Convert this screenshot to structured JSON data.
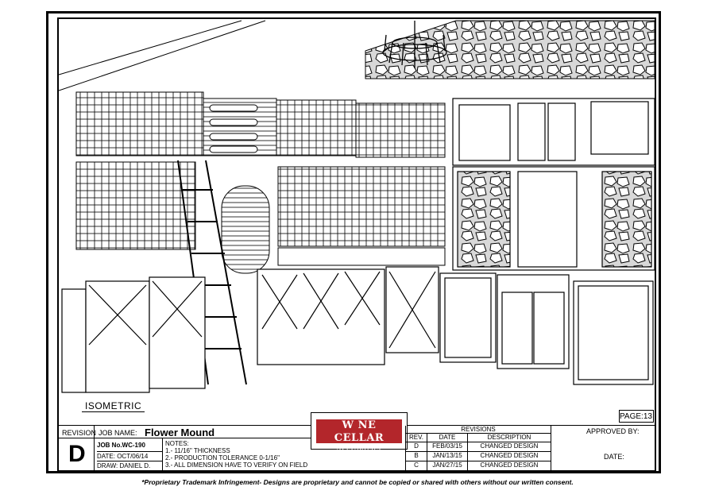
{
  "drawing": {
    "view_label": "ISOMETRIC",
    "page_label": "PAGE:13"
  },
  "title_block": {
    "revision_label": "REVISION",
    "revision_letter": "D",
    "job_name_label": "JOB NAME:",
    "job_name": "Flower Mound",
    "job_no": "JOB No.WC-190",
    "date": "DATE:   OCT/06/14",
    "draw": "DRAW:   DANIEL D.",
    "notes_label": "NOTES:",
    "notes": [
      "1.- 11/16\" THICKNESS",
      "2.- PRODUCTION TOLERANCE 0-1/16\"",
      "3.- ALL DIMENSION HAVE TO VERIFY ON FIELD"
    ],
    "logo_main": "W NE CELLAR",
    "logo_sub": "SPeCialists",
    "revisions": {
      "title": "REVISIONS",
      "headers": [
        "REV.",
        "DATE",
        "DESCRIPTION"
      ],
      "rows": [
        {
          "rev": "D",
          "date": "FEB/03/15",
          "desc": "CHANGED DESIGN"
        },
        {
          "rev": "B",
          "date": "JAN/13/15",
          "desc": "CHANGED DESIGN"
        },
        {
          "rev": "C",
          "date": "JAN/27/15",
          "desc": "CHANGED DESIGN"
        }
      ]
    },
    "approved_label": "APPROVED BY:",
    "date_label": "DATE:"
  },
  "footer": {
    "disclaimer": "*Proprietary Trademark Infringement- Designs are proprietary and cannot be copied or shared with others without our written consent."
  },
  "colors": {
    "logo_red": "#b3262b",
    "line": "#000000"
  }
}
